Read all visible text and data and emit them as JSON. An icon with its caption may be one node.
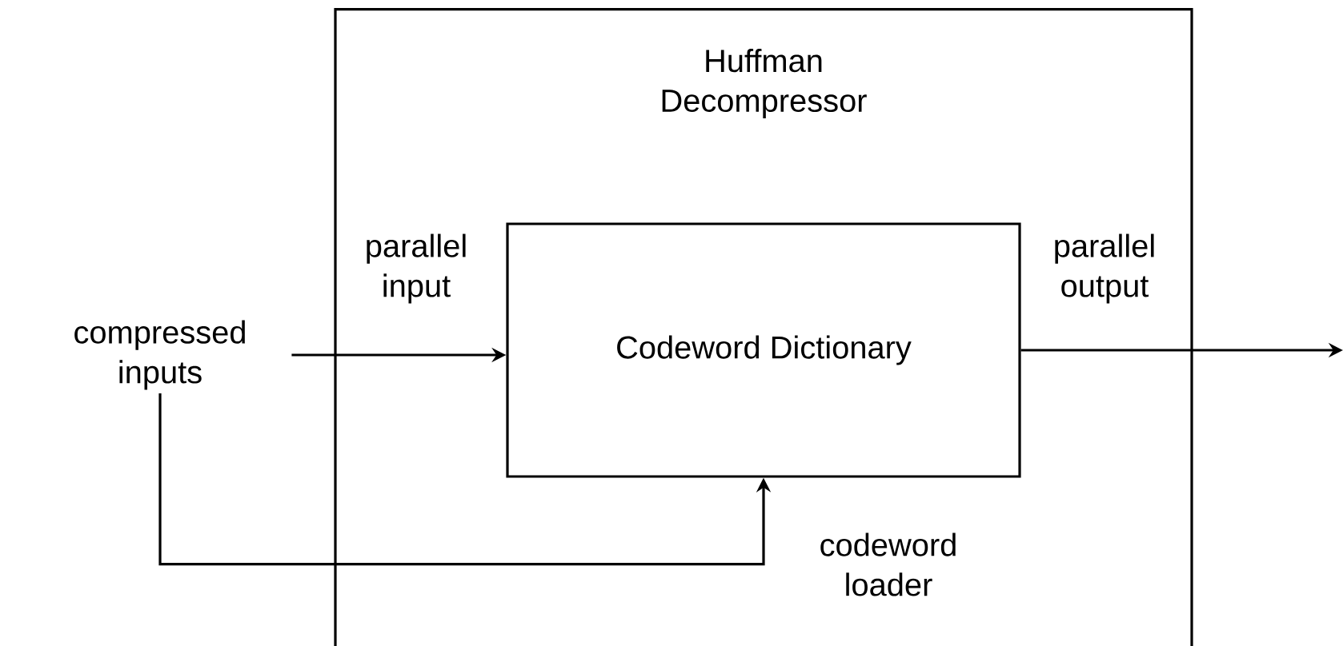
{
  "diagram": {
    "nodes": [
      {
        "text": [
          "Huffman Decompressor"
        ]
      },
      {
        "text": [
          "Codeword Dictionary"
        ],
        "in": 0
      },
      {
        "text": [
          "compressed inputs"
        ]
      }
    ],
    "edges": [
      {
        "from": 2,
        "to": 1,
        "arrow": "to",
        "label": "parallel input"
      },
      {
        "from": 2,
        "to": 1,
        "arrow": "to",
        "label": "codeword loader"
      },
      {
        "from": 1,
        "to": null,
        "arrow": "to",
        "label": "parallel output"
      }
    ]
  }
}
